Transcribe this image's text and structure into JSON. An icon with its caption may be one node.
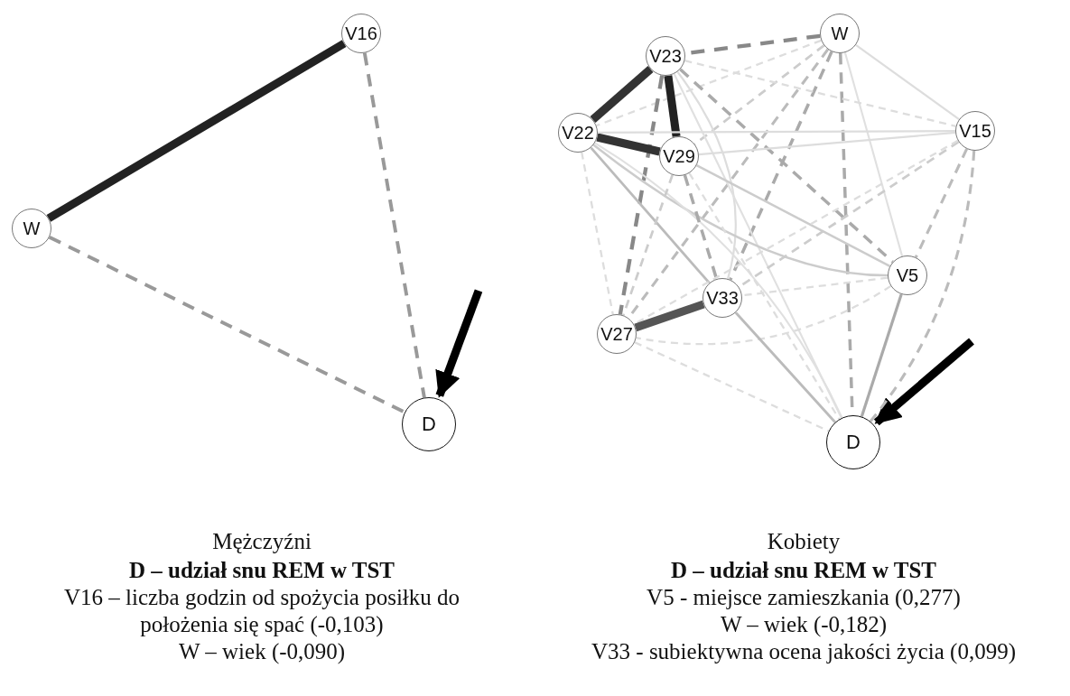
{
  "diagram": {
    "nodes": [
      {
        "text": [
          "V16"
        ]
      },
      {
        "text": [
          "W"
        ]
      },
      {
        "text": [
          "D"
        ]
      },
      {
        "text": [
          "W"
        ]
      },
      {
        "text": [
          "V23"
        ]
      },
      {
        "text": [
          "V22"
        ]
      },
      {
        "text": [
          "V29"
        ]
      },
      {
        "text": [
          "V15"
        ]
      },
      {
        "text": [
          "V5"
        ]
      },
      {
        "text": [
          "V33"
        ]
      },
      {
        "text": [
          "V27"
        ]
      },
      {
        "text": [
          "D"
        ]
      }
    ],
    "edges": [
      {
        "from": 1,
        "to": 0,
        "arrow": "none",
        "style": "thick",
        "color": "#222222"
      },
      {
        "from": 0,
        "to": 2,
        "arrow": "none",
        "style": "dashed",
        "color": "#999999"
      },
      {
        "from": 1,
        "to": 2,
        "arrow": "none",
        "style": "dashed",
        "color": "#999999"
      },
      {
        "from": null,
        "to": 2,
        "arrow": "to",
        "style": "thick",
        "color": "#000000"
      },
      {
        "from": null,
        "to": 11,
        "arrow": "to",
        "style": "thick",
        "color": "#000000"
      },
      {
        "from": 3,
        "to": 4,
        "arrow": "none",
        "style": "dashed",
        "color": "#888888"
      },
      {
        "from": 3,
        "to": 5,
        "arrow": "none",
        "style": "dashed",
        "color": "#dddddd"
      },
      {
        "from": 3,
        "to": 6,
        "arrow": "none",
        "style": "dashed",
        "color": "#cccccc"
      },
      {
        "from": 3,
        "to": 7,
        "arrow": "none",
        "color": "#dddddd"
      },
      {
        "from": 3,
        "to": 8,
        "arrow": "none",
        "color": "#e0e0e0"
      },
      {
        "from": 3,
        "to": 9,
        "arrow": "none",
        "style": "dashed",
        "color": "#aaaaaa"
      },
      {
        "from": 3,
        "to": 10,
        "arrow": "none",
        "style": "dashed",
        "color": "#bbbbbb"
      },
      {
        "from": 3,
        "to": 11,
        "arrow": "none",
        "style": "dashed",
        "color": "#aaaaaa"
      },
      {
        "from": 4,
        "to": 5,
        "arrow": "none",
        "style": "thick",
        "color": "#333333"
      },
      {
        "from": 4,
        "to": 6,
        "arrow": "none",
        "style": "thick",
        "color": "#222222"
      },
      {
        "from": 4,
        "to": 7,
        "arrow": "none",
        "style": "dashed",
        "color": "#dddddd"
      },
      {
        "from": 4,
        "to": 8,
        "arrow": "none",
        "style": "dashed",
        "color": "#aaaaaa"
      },
      {
        "from": 4,
        "to": 9,
        "arrow": "none",
        "color": "#dddddd"
      },
      {
        "from": 4,
        "to": 10,
        "arrow": "none",
        "style": "dashed",
        "color": "#888888"
      },
      {
        "from": 4,
        "to": 11,
        "arrow": "none",
        "color": "#e0e0e0"
      },
      {
        "from": 5,
        "to": 6,
        "arrow": "none",
        "style": "thick",
        "color": "#333333"
      },
      {
        "from": 5,
        "to": 7,
        "arrow": "none",
        "color": "#dddddd"
      },
      {
        "from": 5,
        "to": 8,
        "arrow": "none",
        "color": "#cccccc"
      },
      {
        "from": 5,
        "to": 9,
        "arrow": "none",
        "color": "#bbbbbb"
      },
      {
        "from": 5,
        "to": 10,
        "arrow": "none",
        "style": "dashed",
        "color": "#dddddd"
      },
      {
        "from": 5,
        "to": 11,
        "arrow": "none",
        "color": "#e0e0e0"
      },
      {
        "from": 6,
        "to": 7,
        "arrow": "none",
        "color": "#dddddd"
      },
      {
        "from": 6,
        "to": 8,
        "arrow": "none",
        "color": "#cccccc"
      },
      {
        "from": 6,
        "to": 9,
        "arrow": "none",
        "style": "dashed",
        "color": "#aaaaaa"
      },
      {
        "from": 6,
        "to": 10,
        "arrow": "none",
        "style": "dashed",
        "color": "#cccccc"
      },
      {
        "from": 6,
        "to": 11,
        "arrow": "none",
        "style": "dashed",
        "color": "#dddddd"
      },
      {
        "from": 7,
        "to": 8,
        "arrow": "none",
        "style": "dashed",
        "color": "#bbbbbb"
      },
      {
        "from": 7,
        "to": 9,
        "arrow": "none",
        "style": "dashed",
        "color": "#cccccc"
      },
      {
        "from": 7,
        "to": 10,
        "arrow": "none",
        "style": "dashed",
        "color": "#dddddd"
      },
      {
        "from": 7,
        "to": 11,
        "arrow": "none",
        "style": "dashed",
        "color": "#bbbbbb"
      },
      {
        "from": 8,
        "to": 9,
        "arrow": "none",
        "style": "dashed",
        "color": "#dddddd"
      },
      {
        "from": 8,
        "to": 10,
        "arrow": "none",
        "style": "dashed",
        "color": "#dddddd"
      },
      {
        "from": 8,
        "to": 11,
        "arrow": "none",
        "color": "#aaaaaa"
      },
      {
        "from": 9,
        "to": 10,
        "arrow": "none",
        "style": "thick",
        "color": "#555555"
      },
      {
        "from": 9,
        "to": 11,
        "arrow": "none",
        "color": "#bbbbbb"
      },
      {
        "from": 10,
        "to": 11,
        "arrow": "none",
        "style": "dashed",
        "color": "#dddddd"
      }
    ],
    "labels": [
      "Mężczyźni",
      "D – udział snu REM w TST",
      "V16 – liczba godzin od spożycia posiłku do położenia się spać (-0,103)",
      "W – wiek (-0,090)",
      "Kobiety",
      "D – udział snu REM w TST",
      "V5 - miejsce zamieszkania (0,277)",
      "W – wiek (-0,182)",
      "V33 - subiektywna ocena jakości życia (0,099)"
    ]
  }
}
